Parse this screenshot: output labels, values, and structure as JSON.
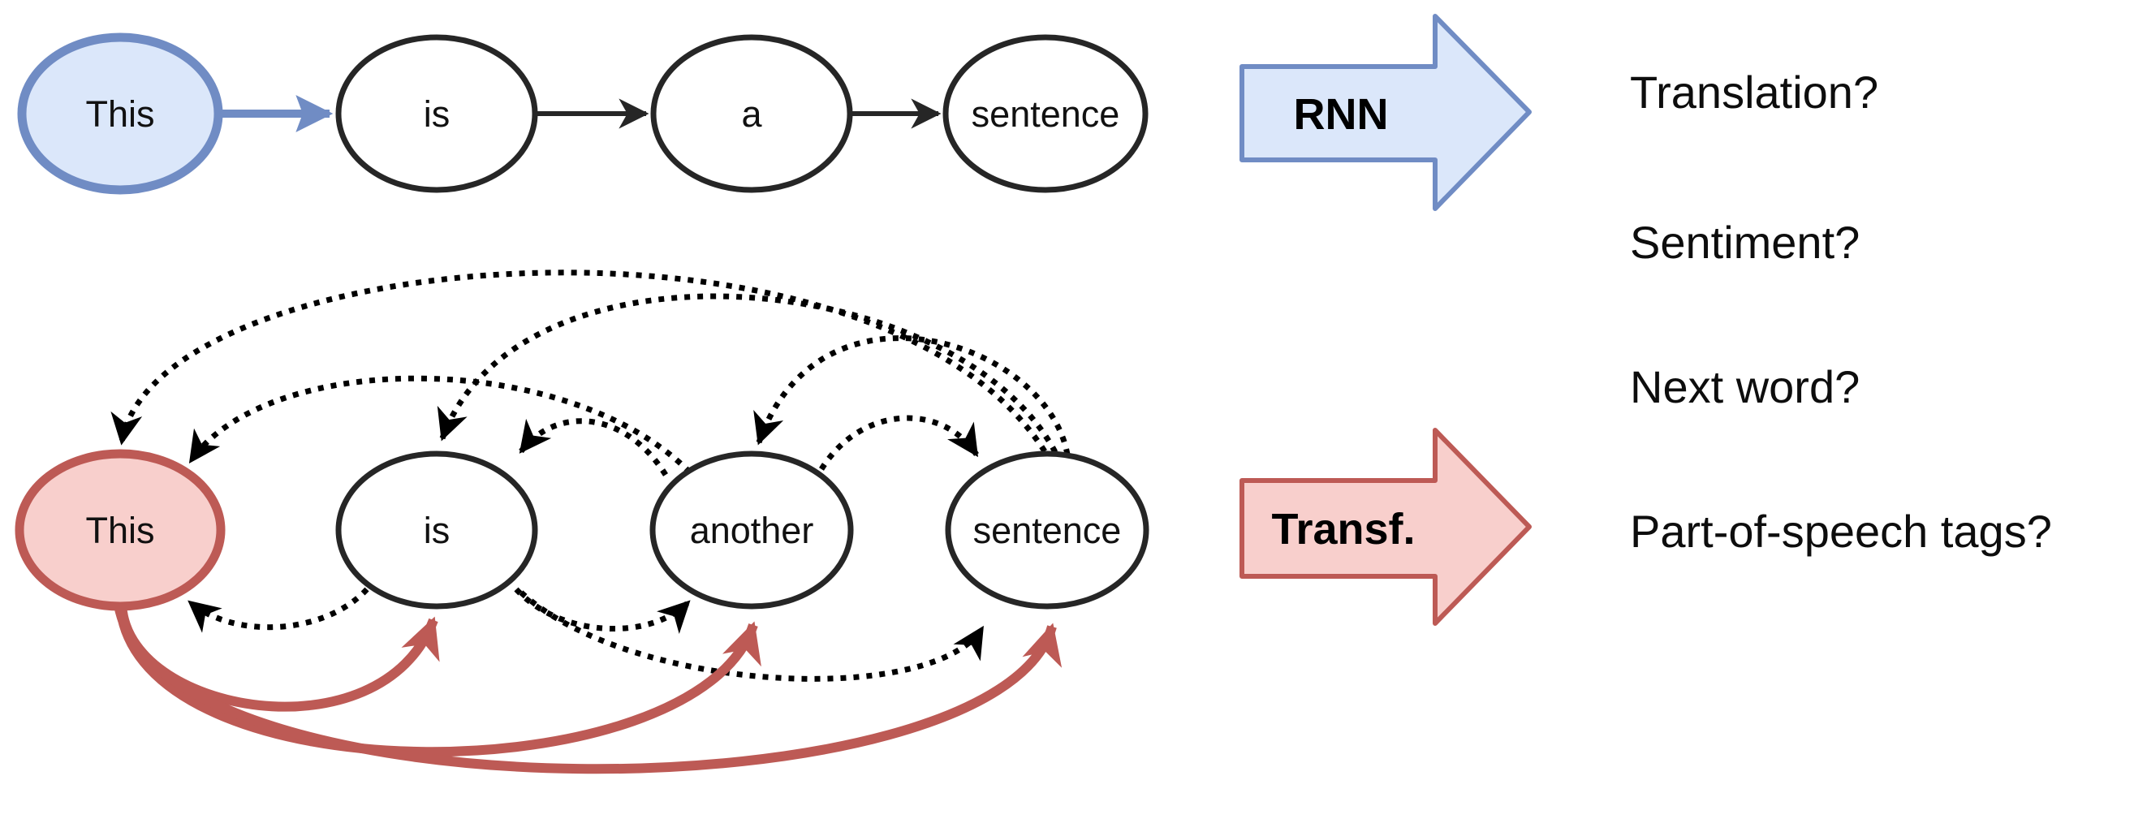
{
  "colors": {
    "blue-fill": "#dbe7fa",
    "blue-stroke": "#708cc4",
    "red-fill": "#f8cfcc",
    "red-stroke": "#bd5a55",
    "dark-stroke": "#262626",
    "arc-black": "#000000"
  },
  "rnn_row": {
    "nodes": [
      "This",
      "is",
      "a",
      "sentence"
    ],
    "arrow_label": "RNN",
    "chain_edges": [
      [
        "This",
        "is"
      ],
      [
        "is",
        "a"
      ],
      [
        "a",
        "sentence"
      ]
    ]
  },
  "transformer_row": {
    "nodes": [
      "This",
      "is",
      "another",
      "sentence"
    ],
    "arrow_label": "Transf.",
    "attention_edges_dotted": [
      [
        "sentence",
        "This"
      ],
      [
        "sentence",
        "is"
      ],
      [
        "sentence",
        "another"
      ],
      [
        "another",
        "This"
      ],
      [
        "another",
        "is"
      ],
      [
        "another",
        "sentence"
      ],
      [
        "is",
        "This"
      ],
      [
        "is",
        "another"
      ],
      [
        "is",
        "sentence"
      ]
    ],
    "highlighted_edges_red": [
      [
        "This",
        "is"
      ],
      [
        "This",
        "another"
      ],
      [
        "This",
        "sentence"
      ]
    ]
  },
  "tasks": [
    "Translation?",
    "Sentiment?",
    "Next word?",
    "Part-of-speech tags?"
  ]
}
